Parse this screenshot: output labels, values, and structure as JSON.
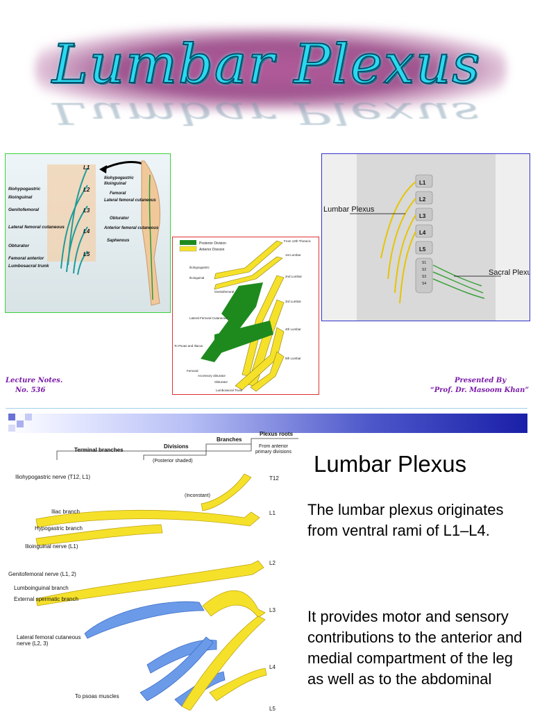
{
  "title": "Lumbar Plexus",
  "panel1": {
    "labels": [
      "Iliohypogastric",
      "Ilioinguinal",
      "Genitofemoral",
      "Lateral femoral cutaneous",
      "Obturator",
      "Femoral anterior",
      "Lumbosacral trunk"
    ],
    "levels": [
      "L1",
      "L2",
      "L3",
      "L4",
      "L5"
    ],
    "leg_labels": [
      "Iliohypogastric",
      "Ilioinguinal",
      "Femoral",
      "Lateral femoral cutaneous",
      "Obturator",
      "Anterior femoral cutaneous",
      "Saphenous"
    ]
  },
  "panel2": {
    "legend": [
      "Posterior Division",
      "Anterior Division"
    ],
    "labels": [
      "From 12th Thoracic",
      "1st Lumbar",
      "2nd Lumbar",
      "3rd Lumbar",
      "4th Lumbar",
      "5th Lumbar",
      "Iliohypogastric",
      "Ilioinguinal",
      "Genitofemoral",
      "Lateral Femoral Cutaneous",
      "To Psoas and Iliacus",
      "Femoral",
      "Accessory obturator",
      "Obturator",
      "Lumbosacral Trunk"
    ]
  },
  "panel3": {
    "levels": [
      "L1",
      "L2",
      "L3",
      "L4",
      "L5",
      "S1",
      "S2",
      "S3",
      "S4"
    ],
    "lumbar_label": "Lumbar Plexus",
    "sacral_label": "Sacral Plexus"
  },
  "notes": {
    "left_line1": "Lecture Notes.",
    "left_line2": "No. 536",
    "right_line1": "Presented By",
    "right_line2": "“Prof. Dr. Masoom Khan”"
  },
  "slide": {
    "heading": "Lumbar Plexus",
    "para1": "The lumbar plexus originates from ventral rami of L1–L4.",
    "para2": "It provides motor and sensory contributions to the anterior and medial compartment of the leg as well as to the abdominal",
    "diagram": {
      "header_terminal": "Terminal branches",
      "header_divisions": "Divisions",
      "header_divisions_sub": "(Posterior shaded)",
      "header_branches": "Branches",
      "header_roots": "Plexus roots",
      "header_roots_sub": "From anterior primary divisions",
      "inconstant": "(Inconstant)",
      "nerves": [
        "Iliohypogastric nerve (T12, L1)",
        "Iliac branch",
        "Hypogastric branch",
        "Ilioinguinal nerve (L1)",
        "Genitofemoral nerve (L1, 2)",
        "Lumboinguinal branch",
        "External spermatic branch",
        "Lateral femoral cutaneous nerve (L2, 3)",
        "To psoas muscles"
      ],
      "roots": [
        "T12",
        "L1",
        "L2",
        "L3",
        "L4",
        "L5"
      ]
    }
  },
  "colors": {
    "title": "#2ad9f0",
    "anterior": "#f5e12a",
    "posterior": "#1e8a1e",
    "blue": "#6b9be8",
    "accent": "#7a1aa8"
  }
}
